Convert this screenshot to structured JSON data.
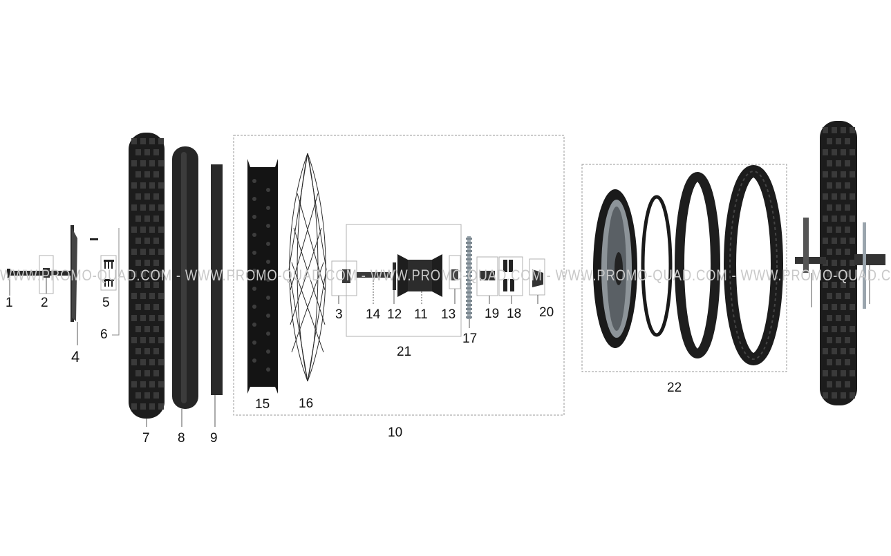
{
  "watermark": "WWW.PROMO-QUAD.COM - WWW.PROMO-QUAD.COM - WWW.PROMO-QUAD.COM - WWW.PROMO-QUAD.COM - WWW.PROMO-QUAD.C",
  "labels": {
    "p1": "1",
    "p2": "2",
    "p3": "3",
    "p4": "4",
    "p5": "5",
    "p6": "6",
    "p7": "7",
    "p8": "8",
    "p9": "9",
    "p10": "10",
    "p11": "11",
    "p12": "12",
    "p13": "13",
    "p14": "14",
    "p15": "15",
    "p16": "16",
    "p17": "17",
    "p18": "18",
    "p19": "19",
    "p20": "20",
    "p21": "21",
    "p22": "22"
  },
  "colors": {
    "tire": "#1c1c1c",
    "tire_tread": "#3a3a3a",
    "rim": "#141414",
    "box_border": "#9a9a9a",
    "leader": "#555555",
    "watermark": "#c9c9c9"
  }
}
